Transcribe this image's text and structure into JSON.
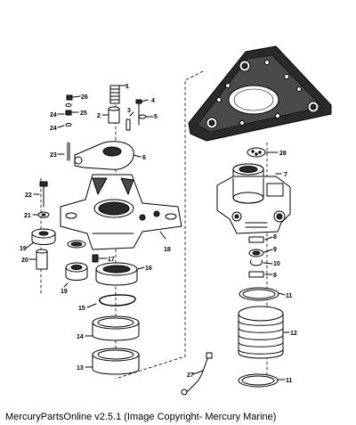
{
  "diagram": {
    "callouts": [
      {
        "id": "1",
        "label": "1"
      },
      {
        "id": "2",
        "label": "2"
      },
      {
        "id": "3",
        "label": "3"
      },
      {
        "id": "4",
        "label": "4"
      },
      {
        "id": "5",
        "label": "5"
      },
      {
        "id": "6",
        "label": "6"
      },
      {
        "id": "7",
        "label": "7"
      },
      {
        "id": "8a",
        "label": "8"
      },
      {
        "id": "8b",
        "label": "8"
      },
      {
        "id": "9",
        "label": "9"
      },
      {
        "id": "10",
        "label": "10"
      },
      {
        "id": "11a",
        "label": "11"
      },
      {
        "id": "11b",
        "label": "11"
      },
      {
        "id": "12",
        "label": "12"
      },
      {
        "id": "13",
        "label": "13"
      },
      {
        "id": "14",
        "label": "14"
      },
      {
        "id": "15",
        "label": "15"
      },
      {
        "id": "16",
        "label": "16"
      },
      {
        "id": "17",
        "label": "17"
      },
      {
        "id": "18",
        "label": "18"
      },
      {
        "id": "19a",
        "label": "19"
      },
      {
        "id": "19b",
        "label": "19"
      },
      {
        "id": "20",
        "label": "20"
      },
      {
        "id": "21",
        "label": "21"
      },
      {
        "id": "22",
        "label": "22"
      },
      {
        "id": "23",
        "label": "23"
      },
      {
        "id": "24a",
        "label": "24"
      },
      {
        "id": "24b",
        "label": "24"
      },
      {
        "id": "25",
        "label": "25"
      },
      {
        "id": "26",
        "label": "26"
      },
      {
        "id": "27",
        "label": "27"
      },
      {
        "id": "28",
        "label": "28"
      }
    ]
  },
  "caption": "MercuryPartsOnline v2.5.1 (Image Copyright- Mercury Marine)",
  "colors": {
    "ink": "#000000",
    "paper": "#ffffff",
    "shade": "#2a2a2a"
  }
}
